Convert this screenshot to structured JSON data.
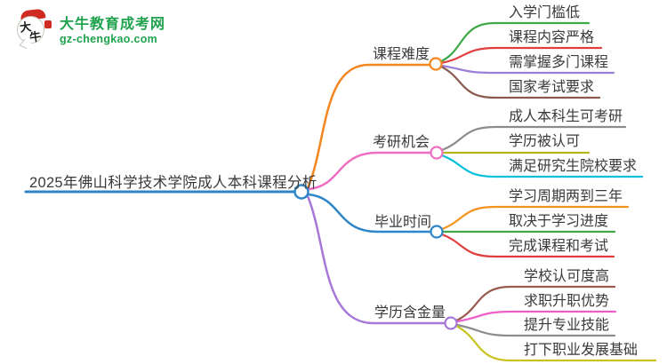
{
  "logo": {
    "title": "大牛教育成考网",
    "subtitle": "gz-chengkao.com",
    "icon_text_1": "大",
    "icon_text_2": "牛",
    "brand_green": "#1fa24d",
    "brand_red": "#cf2b22"
  },
  "root": {
    "label": "2025年佛山科学技术学院成人本科课程分析",
    "color": "#2e86c8"
  },
  "text_color": "#3a3a3a",
  "branches": [
    {
      "label": "课程难度",
      "color": "#f5861f",
      "children": [
        {
          "label": "入学门槛低",
          "color": "#3fa846"
        },
        {
          "label": "课程内容严格",
          "color": "#e23d3d"
        },
        {
          "label": "需掌握多门课程",
          "color": "#9b7fd8"
        },
        {
          "label": "国家考试要求",
          "color": "#8a5a50"
        }
      ]
    },
    {
      "label": "考研机会",
      "color": "#ee6ec2",
      "children": [
        {
          "label": "成人本科生可考研",
          "color": "#8c8c8c"
        },
        {
          "label": "学历被认可",
          "color": "#b5b619"
        },
        {
          "label": "满足研究生院校要求",
          "color": "#00c0dc"
        }
      ]
    },
    {
      "label": "毕业时间",
      "color": "#2e86c8",
      "children": [
        {
          "label": "学习周期两到三年",
          "color": "#f5921e"
        },
        {
          "label": "取决于学习进度",
          "color": "#3fa846"
        },
        {
          "label": "完成课程和考试",
          "color": "#e23d3d"
        }
      ]
    },
    {
      "label": "学历含金量",
      "color": "#a678d8",
      "children": [
        {
          "label": "学校认可度高",
          "color": "#9a5a50"
        },
        {
          "label": "求职升职优势",
          "color": "#ee5ec6"
        },
        {
          "label": "提升专业技能",
          "color": "#8c8c8c"
        },
        {
          "label": "打下职业发展基础",
          "color": "#c9c320"
        }
      ]
    }
  ]
}
